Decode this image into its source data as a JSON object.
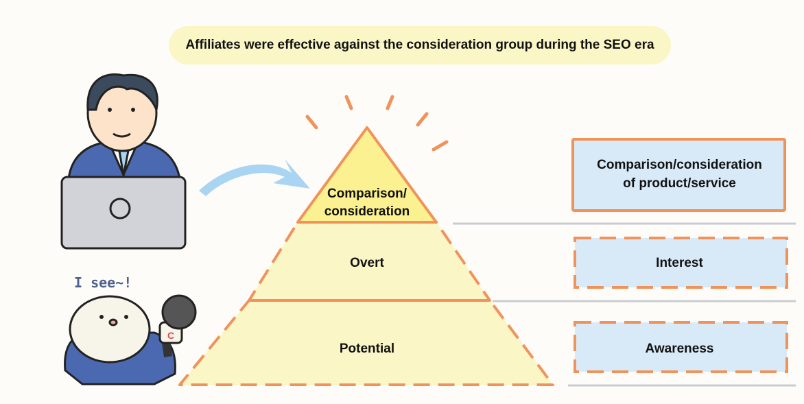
{
  "headline": "Affiliates were effective against the consideration group during the SEO era",
  "pyramid": {
    "top_label_line1": "Comparison/",
    "top_label_line2": "consideration",
    "middle_label": "Overt",
    "bottom_label": "Potential"
  },
  "stages": {
    "top_line1": "Comparison/consideration",
    "top_line2": "of product/service",
    "middle": "Interest",
    "bottom": "Awareness"
  },
  "speech": "I see~!",
  "mic_letter": "C",
  "colors": {
    "orange": "#f0935b",
    "pyramid_top": "#fbf190",
    "pyramid_lower": "#fbf6c6",
    "box_fill": "#d8eaf8",
    "headline_bg": "#fbf6c6",
    "arrow": "#a9d5f3"
  }
}
